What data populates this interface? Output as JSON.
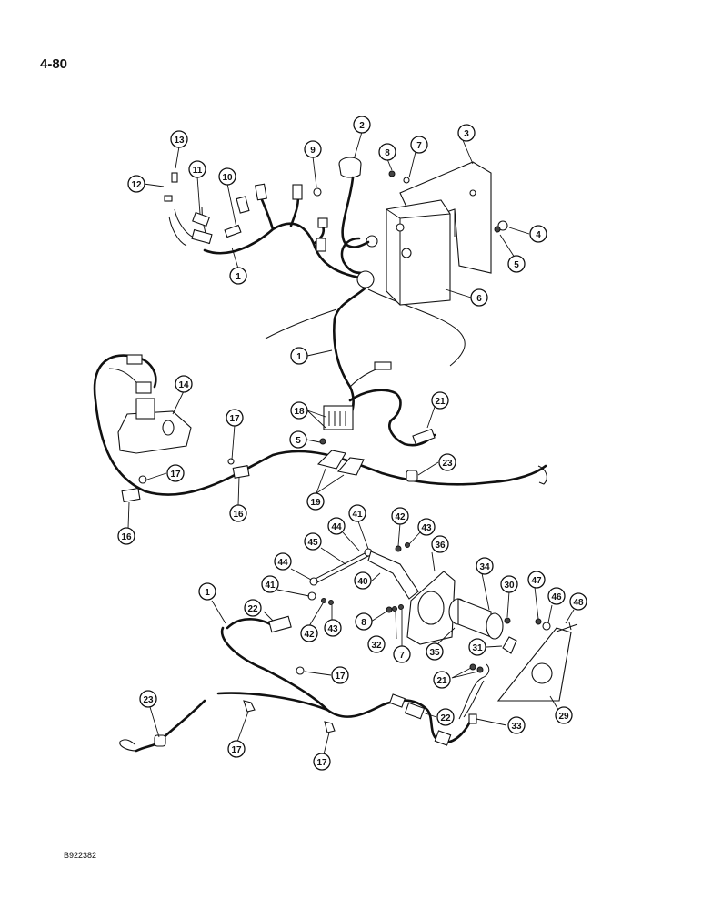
{
  "page": {
    "page_number": "4-80",
    "figure_code": "B922382"
  },
  "callouts": [
    {
      "id": "c13a",
      "label": "13"
    },
    {
      "id": "c12a",
      "label": "12"
    },
    {
      "id": "c11a",
      "label": "11"
    },
    {
      "id": "c10a",
      "label": "10"
    },
    {
      "id": "c9a",
      "label": "9"
    },
    {
      "id": "c2a",
      "label": "2"
    },
    {
      "id": "c8a",
      "label": "8"
    },
    {
      "id": "c7a",
      "label": "7"
    },
    {
      "id": "c3a",
      "label": "3"
    },
    {
      "id": "c4a",
      "label": "4"
    },
    {
      "id": "c5a",
      "label": "5"
    },
    {
      "id": "c1a",
      "label": "1"
    },
    {
      "id": "c6a",
      "label": "6"
    },
    {
      "id": "c1b",
      "label": "1"
    },
    {
      "id": "c14a",
      "label": "14"
    },
    {
      "id": "c21a",
      "label": "21"
    },
    {
      "id": "c18a",
      "label": "18"
    },
    {
      "id": "c17a",
      "label": "17"
    },
    {
      "id": "c5b",
      "label": "5"
    },
    {
      "id": "c23a",
      "label": "23"
    },
    {
      "id": "c17b",
      "label": "17"
    },
    {
      "id": "c16a",
      "label": "16"
    },
    {
      "id": "c16b",
      "label": "16"
    },
    {
      "id": "c19a",
      "label": "19"
    },
    {
      "id": "c42a",
      "label": "42"
    },
    {
      "id": "c43a",
      "label": "43"
    },
    {
      "id": "c44a",
      "label": "44"
    },
    {
      "id": "c41a",
      "label": "41"
    },
    {
      "id": "c36a",
      "label": "36"
    },
    {
      "id": "c45a",
      "label": "45"
    },
    {
      "id": "c44b",
      "label": "44"
    },
    {
      "id": "c40a",
      "label": "40"
    },
    {
      "id": "c34a",
      "label": "34"
    },
    {
      "id": "c47a",
      "label": "47"
    },
    {
      "id": "c30a",
      "label": "30"
    },
    {
      "id": "c46a",
      "label": "46"
    },
    {
      "id": "c48a",
      "label": "48"
    },
    {
      "id": "c1c",
      "label": "1"
    },
    {
      "id": "c41b",
      "label": "41"
    },
    {
      "id": "c22a",
      "label": "22"
    },
    {
      "id": "c42b",
      "label": "42"
    },
    {
      "id": "c43b",
      "label": "43"
    },
    {
      "id": "c8b",
      "label": "8"
    },
    {
      "id": "c32a",
      "label": "32"
    },
    {
      "id": "c7b",
      "label": "7"
    },
    {
      "id": "c35a",
      "label": "35"
    },
    {
      "id": "c31a",
      "label": "31"
    },
    {
      "id": "c17c",
      "label": "17"
    },
    {
      "id": "c21b",
      "label": "21"
    },
    {
      "id": "c29a",
      "label": "29"
    },
    {
      "id": "c23b",
      "label": "23"
    },
    {
      "id": "c22b",
      "label": "22"
    },
    {
      "id": "c33a",
      "label": "33"
    },
    {
      "id": "c17d",
      "label": "17"
    },
    {
      "id": "c17e",
      "label": "17"
    }
  ]
}
